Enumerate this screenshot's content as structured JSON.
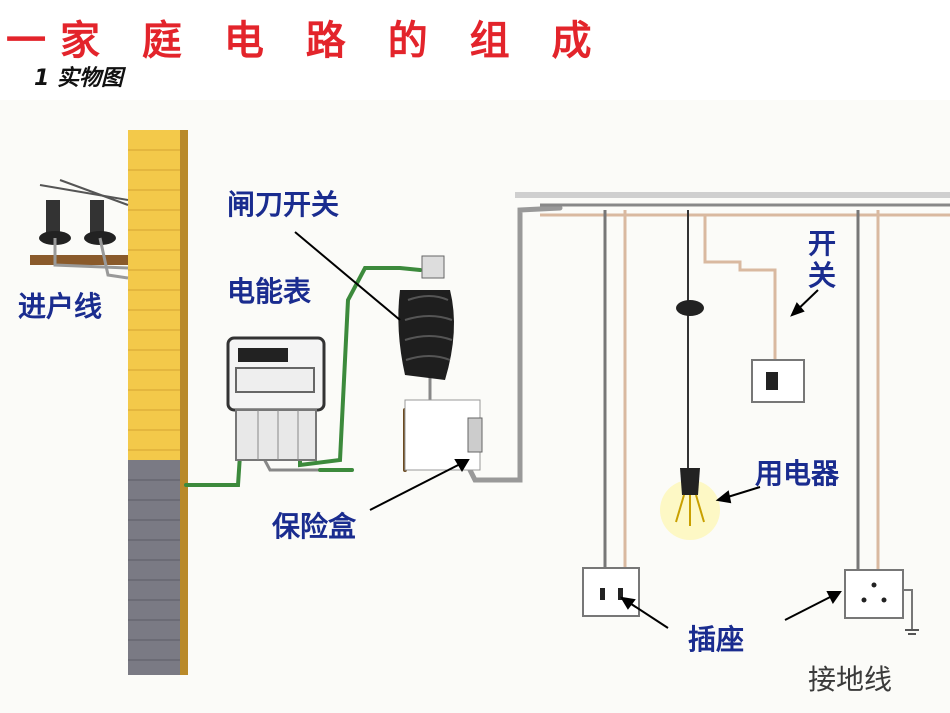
{
  "title": "一家 庭 电 路 的 组 成",
  "subtitle": "1 实物图",
  "labels": {
    "incoming_line": "进户线",
    "knife_switch": "闸刀开关",
    "energy_meter": "电能表",
    "fuse_box": "保险盒",
    "switch": "开关",
    "appliance": "用电器",
    "socket": "插座",
    "ground_wire": "接地线"
  }
}
